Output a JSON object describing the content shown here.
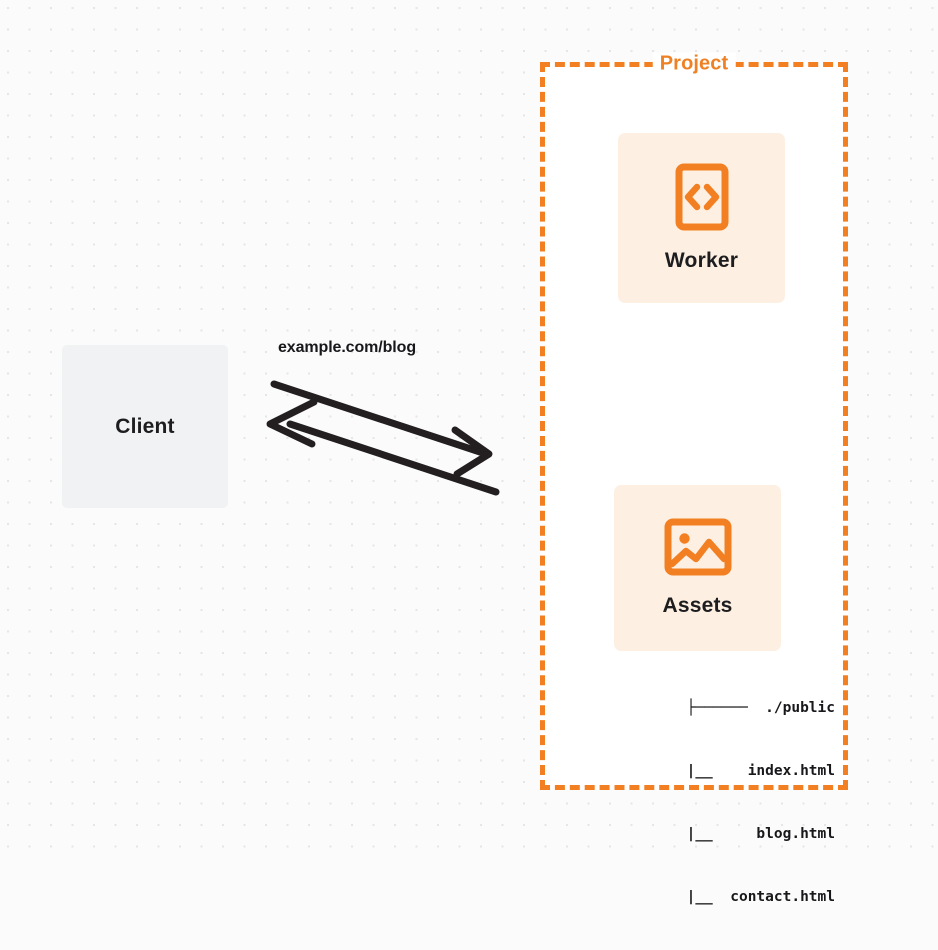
{
  "diagram": {
    "title": "Client to Project request flow",
    "background": {
      "color": "#fbfbfb",
      "dot_color": "#e6e6e8"
    },
    "colors": {
      "accent_orange": "#f28022",
      "title_orange": "#ef8125",
      "card_fill": "#fdf0e3",
      "client_fill": "#f1f2f4",
      "text_dark": "#18181b",
      "arrow": "#231f20"
    }
  },
  "client": {
    "label": "Client",
    "icon": "client-box"
  },
  "project": {
    "title": "Project",
    "cards": [
      {
        "id": "worker",
        "label": "Worker",
        "icon": "code-file-icon"
      },
      {
        "id": "assets",
        "label": "Assets",
        "icon": "image-icon"
      }
    ],
    "file_tree": {
      "rows": [
        "├──────  ./public",
        "    |__    index.html",
        "    |__     blog.html",
        "    |__  contact.html"
      ]
    }
  },
  "edge": {
    "label": "example.com/blog",
    "request_direction": "client-to-project",
    "response_direction": "project-to-client"
  }
}
